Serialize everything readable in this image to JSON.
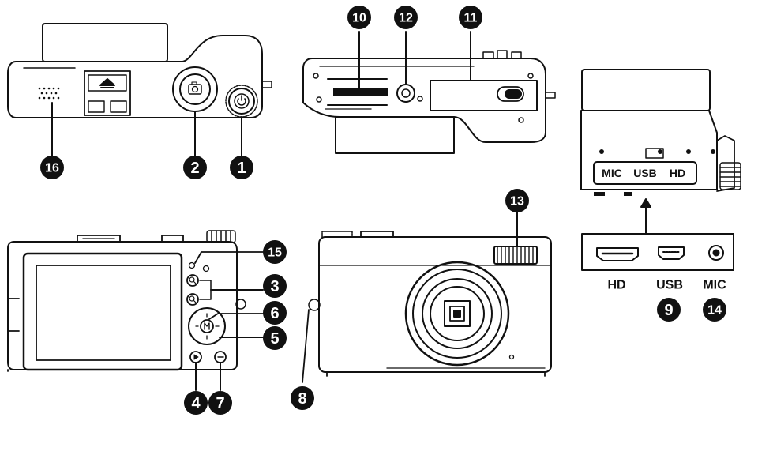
{
  "callouts": [
    "1",
    "2",
    "3",
    "4",
    "5",
    "6",
    "7",
    "8",
    "9",
    "10",
    "11",
    "12",
    "13",
    "14",
    "15",
    "16"
  ],
  "ports": {
    "side_panel": {
      "mic": "MIC",
      "usb": "USB",
      "hd": "HD"
    },
    "closeup": {
      "hd": "HD",
      "usb": "USB",
      "mic": "MIC"
    }
  },
  "colors": {
    "line": "#111111",
    "callout_fill": "#111111",
    "callout_text": "#ffffff"
  }
}
